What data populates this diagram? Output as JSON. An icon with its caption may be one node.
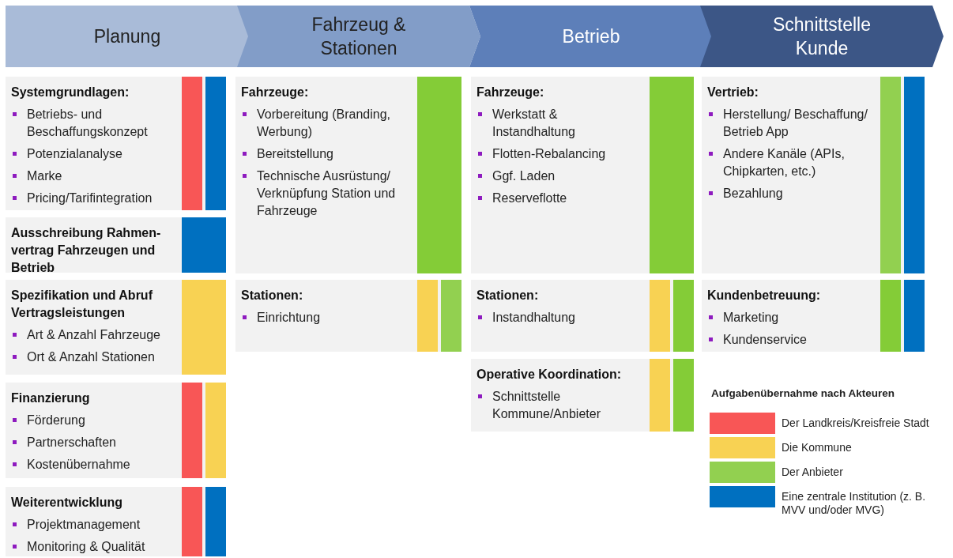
{
  "diagram": {
    "nodes": [
      {
        "text": [
          "Planung"
        ]
      },
      {
        "text": [
          "Fahrzeug & Stationen"
        ]
      },
      {
        "text": [
          "Betrieb"
        ]
      },
      {
        "text": [
          "Schnittstelle Kunde"
        ]
      },
      {
        "text": [
          "Systemgrundlagen:",
          "Betriebs- und Beschaffungskonzept",
          "Potenzialanalyse",
          "Marke",
          "Pricing/Tarifintegration"
        ]
      },
      {
        "text": [],
        "shape": "bar",
        "in": 4
      },
      {
        "text": [],
        "shape": "bar",
        "in": 4
      },
      {
        "text": [
          "Ausschreibung Rahmen-vertrag Fahrzeugen und Betrieb"
        ]
      },
      {
        "text": [],
        "shape": "bar",
        "in": 7
      },
      {
        "text": [
          "Spezifikation und Abruf Vertragsleistungen",
          "Art & Anzahl Fahrzeuge",
          "Ort & Anzahl Stationen"
        ]
      },
      {
        "text": [],
        "shape": "bar",
        "in": 9
      },
      {
        "text": [
          "Finanzierung",
          "Förderung",
          "Partnerschaften",
          "Kostenübernahme"
        ]
      },
      {
        "text": [],
        "shape": "bar",
        "in": 11
      },
      {
        "text": [],
        "shape": "bar",
        "in": 11
      },
      {
        "text": [
          "Weiterentwicklung",
          "Projektmanagement",
          "Monitoring & Qualität"
        ]
      },
      {
        "text": [],
        "shape": "bar",
        "in": 14
      },
      {
        "text": [],
        "shape": "bar",
        "in": 14
      },
      {
        "text": [
          "Fahrzeuge:",
          "Vorbereitung (Branding, Werbung)",
          "Bereitstellung",
          "Technische Ausrüstung/ Verknüpfung Station und Fahrzeuge"
        ]
      },
      {
        "text": [],
        "shape": "bar",
        "in": 17
      },
      {
        "text": [
          "Stationen:",
          "Einrichtung"
        ]
      },
      {
        "text": [],
        "shape": "bar",
        "in": 19
      },
      {
        "text": [],
        "shape": "bar",
        "in": 19
      },
      {
        "text": [
          "Fahrzeuge:",
          "Werkstatt & Instandhaltung",
          "Flotten-Rebalancing",
          "Ggf. Laden",
          "Reserveflotte"
        ]
      },
      {
        "text": [],
        "shape": "bar",
        "in": 22
      },
      {
        "text": [
          "Stationen:",
          "Instandhaltung"
        ]
      },
      {
        "text": [],
        "shape": "bar",
        "in": 24
      },
      {
        "text": [],
        "shape": "bar",
        "in": 24
      },
      {
        "text": [
          "Operative Koordination:",
          "Schnittstelle Kommune/Anbieter"
        ]
      },
      {
        "text": [],
        "shape": "bar",
        "in": 27
      },
      {
        "text": [],
        "shape": "bar",
        "in": 27
      },
      {
        "text": [
          "Vertrieb:",
          "Herstellung/ Beschaffung/ Betrieb App",
          "Andere Kanäle (APIs, Chipkarten, etc.)",
          "Bezahlung"
        ]
      },
      {
        "text": [],
        "shape": "bar",
        "in": 30
      },
      {
        "text": [],
        "shape": "bar",
        "in": 30
      },
      {
        "text": [
          "Kundenbetreuung:",
          "Marketing",
          "Kundenservice"
        ]
      },
      {
        "text": [],
        "shape": "bar",
        "in": 33
      },
      {
        "text": [],
        "shape": "bar",
        "in": 33
      }
    ],
    "labels": [
      "Aufgabenübernahme nach Akteuren"
    ],
    "legend": [
      {
        "text": "Der Landkreis/Kreisfreie Stadt",
        "color": "#f85656"
      },
      {
        "text": "Die Kommune",
        "color": "#f8d253"
      },
      {
        "text": "Der Anbieter",
        "color": "#92d050"
      },
      {
        "text": "Eine zentrale Institution (z. B. MVV und/oder MVG)",
        "color": "#0070c0"
      }
    ]
  }
}
